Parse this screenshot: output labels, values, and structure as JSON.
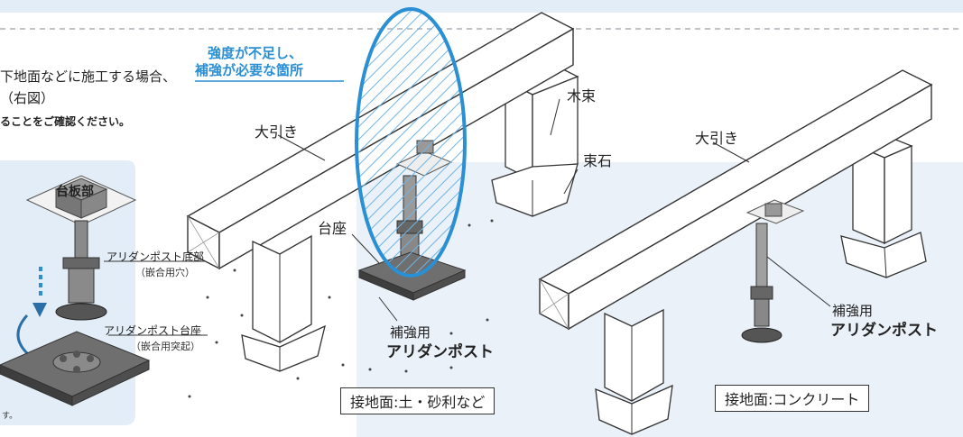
{
  "notes": {
    "line1": "下地面などに施工する場合、",
    "line2": "（右図）",
    "line3": "ることをご確認ください。",
    "footnote": "す。"
  },
  "callout": {
    "line1": "強度が不足し、",
    "line2": "補強が必要な箇所"
  },
  "left_panel": {
    "plate_label": "台板部",
    "bottom_label": "アリダンポスト底部",
    "bottom_sub": "（嵌合用穴）",
    "base_label": "アリダンポスト台座",
    "base_sub": "（嵌合用突起）"
  },
  "center_diagram": {
    "beam_label": "大引き",
    "post_label": "木束",
    "stone_label": "束石",
    "base_label": "台座",
    "reinforce_label_1": "補強用",
    "reinforce_label_2": "アリダンポスト",
    "ground_label": "接地面:土・砂利など"
  },
  "right_diagram": {
    "beam_label": "大引き",
    "reinforce_label_1": "補強用",
    "reinforce_label_2": "アリダンポスト",
    "ground_label": "接地面:コンクリート"
  },
  "colors": {
    "panel_bg": "#e3edf7",
    "callout_blue": "#2b8fd3",
    "line": "#333333"
  }
}
